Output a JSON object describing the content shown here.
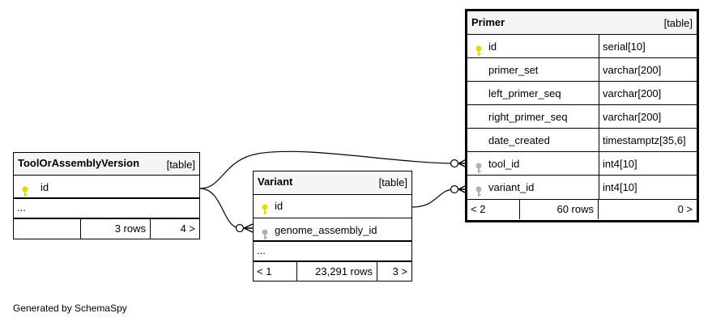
{
  "tables": {
    "primer": {
      "name": "Primer",
      "kind": "[table]",
      "columns": [
        {
          "name": "id",
          "type": "serial[10]",
          "key": "primary"
        },
        {
          "name": "primer_set",
          "type": "varchar[200]",
          "key": "none"
        },
        {
          "name": "left_primer_seq",
          "type": "varchar[200]",
          "key": "none"
        },
        {
          "name": "right_primer_seq",
          "type": "varchar[200]",
          "key": "none"
        },
        {
          "name": "date_created",
          "type": "timestamptz[35,6]",
          "key": "none"
        },
        {
          "name": "tool_id",
          "type": "int4[10]",
          "key": "foreign"
        },
        {
          "name": "variant_id",
          "type": "int4[10]",
          "key": "foreign"
        }
      ],
      "footer": {
        "parents": "< 2",
        "rows": "60 rows",
        "children": "0 >"
      }
    },
    "tool": {
      "name": "ToolOrAssemblyVersion",
      "kind": "[table]",
      "columns": [
        {
          "name": "id",
          "key": "primary"
        }
      ],
      "more": "...",
      "footer": {
        "parents": "",
        "rows": "3 rows",
        "children": "4 >"
      }
    },
    "variant": {
      "name": "Variant",
      "kind": "[table]",
      "columns": [
        {
          "name": "id",
          "key": "primary"
        },
        {
          "name": "genome_assembly_id",
          "key": "foreign"
        }
      ],
      "more": "...",
      "footer": {
        "parents": "< 1",
        "rows": "23,291 rows",
        "children": "3 >"
      }
    }
  },
  "footer_text": "Generated by SchemaSpy",
  "colors": {
    "primary_key": "#e6d800",
    "foreign_key": "#b0b0b0",
    "header_bg": "#f5f5f5"
  }
}
